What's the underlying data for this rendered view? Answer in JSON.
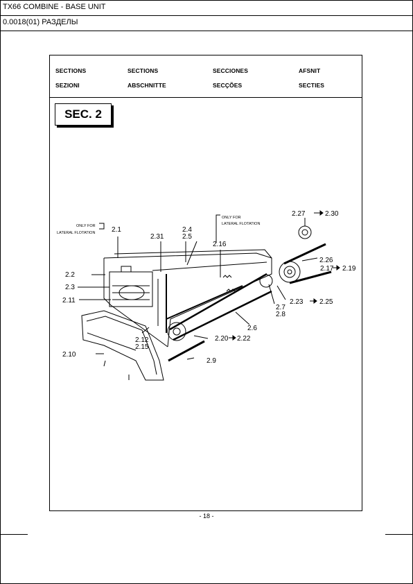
{
  "header": {
    "line1": "TX66 COMBINE - BASE UNIT",
    "line2": "0.0018(01) РАЗДЕЛЫ"
  },
  "sections": {
    "row1": [
      "SECTIONS",
      "SECTIONS",
      "SECCIONES",
      "AFSNIT"
    ],
    "row2": [
      "SEZIONI",
      "ABSCHNITTE",
      "SECÇÕES",
      "SECTIES"
    ]
  },
  "sec_title": "SEC. 2",
  "notes": {
    "lateral_left_1": "ONLY FOR",
    "lateral_left_2": "LATERAL FLOTATION",
    "lateral_right_1": "ONLY FOR",
    "lateral_right_2": "LATERAL FLOTATION"
  },
  "callouts": {
    "c2_1": "2.1",
    "c2_2": "2.2",
    "c2_3": "2.3",
    "c2_4": "2.4",
    "c2_5": "2.5",
    "c2_6": "2.6",
    "c2_7": "2.7",
    "c2_8": "2.8",
    "c2_9": "2.9",
    "c2_10": "2.10",
    "c2_11": "2.11",
    "c2_12": "2.12",
    "c2_15": "2.15",
    "c2_16": "2.16",
    "c2_17": "2.17",
    "c2_19": "2.19",
    "c2_20": "2.20",
    "c2_22": "2.22",
    "c2_23": "2.23",
    "c2_25": "2.25",
    "c2_26": "2.26",
    "c2_27": "2.27",
    "c2_30": "2.30",
    "c2_31": "2.31"
  },
  "page_number": "- 18 -"
}
